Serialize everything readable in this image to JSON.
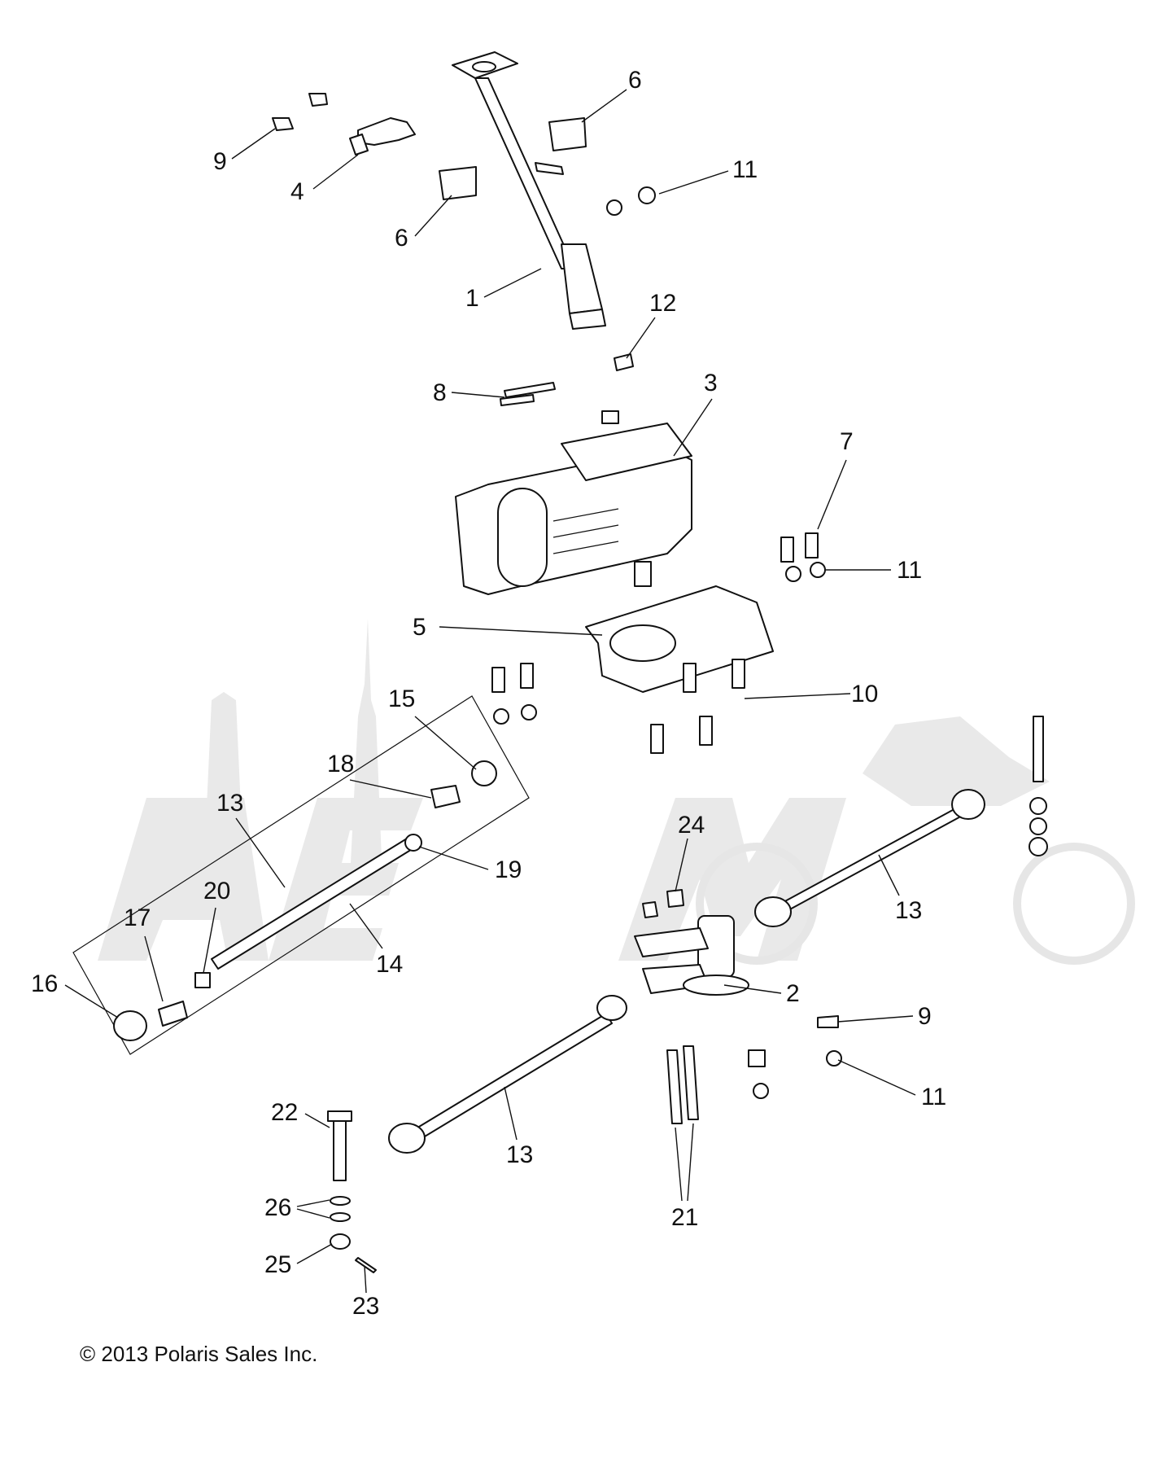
{
  "copyright": "© 2013 Polaris Sales Inc.",
  "callouts": [
    {
      "id": "c1",
      "label": "1"
    },
    {
      "id": "c2",
      "label": "2"
    },
    {
      "id": "c3",
      "label": "3"
    },
    {
      "id": "c4",
      "label": "4"
    },
    {
      "id": "c5",
      "label": "5"
    },
    {
      "id": "c6a",
      "label": "6"
    },
    {
      "id": "c6b",
      "label": "6"
    },
    {
      "id": "c7",
      "label": "7"
    },
    {
      "id": "c8",
      "label": "8"
    },
    {
      "id": "c9a",
      "label": "9"
    },
    {
      "id": "c9b",
      "label": "9"
    },
    {
      "id": "c10",
      "label": "10"
    },
    {
      "id": "c11a",
      "label": "11"
    },
    {
      "id": "c11b",
      "label": "11"
    },
    {
      "id": "c11c",
      "label": "11"
    },
    {
      "id": "c12",
      "label": "12"
    },
    {
      "id": "c13a",
      "label": "13"
    },
    {
      "id": "c13b",
      "label": "13"
    },
    {
      "id": "c13c",
      "label": "13"
    },
    {
      "id": "c14",
      "label": "14"
    },
    {
      "id": "c15",
      "label": "15"
    },
    {
      "id": "c16",
      "label": "16"
    },
    {
      "id": "c17",
      "label": "17"
    },
    {
      "id": "c18",
      "label": "18"
    },
    {
      "id": "c19",
      "label": "19"
    },
    {
      "id": "c20",
      "label": "20"
    },
    {
      "id": "c21",
      "label": "21"
    },
    {
      "id": "c22",
      "label": "22"
    },
    {
      "id": "c23",
      "label": "23"
    },
    {
      "id": "c24",
      "label": "24"
    },
    {
      "id": "c25",
      "label": "25"
    },
    {
      "id": "c26",
      "label": "26"
    }
  ]
}
